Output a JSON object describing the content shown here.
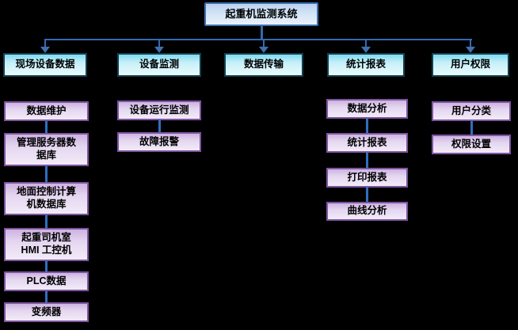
{
  "diagram": {
    "type": "org-hierarchy-flowchart",
    "background_color": "#000000",
    "connector_color": "#3569b0",
    "root": {
      "label": "起重机监测系统",
      "fill": "#d3e3f6",
      "border": "#3f6fae"
    },
    "level2_style": {
      "fill": "#c6eff8",
      "border": "#11424f"
    },
    "level3_style": {
      "fill": "#e4d6f0",
      "border": "#7d55a0"
    },
    "branches": [
      {
        "label": "现场设备数据",
        "children": [
          "数据维护",
          "管理服务器数\n据库",
          "地面控制计算\n机数据库",
          "起重司机室\nHMI 工控机",
          "PLC数据",
          "变频器"
        ]
      },
      {
        "label": "设备监测",
        "children": [
          "设备运行监测",
          "故障报警"
        ]
      },
      {
        "label": "数据传输",
        "children": []
      },
      {
        "label": "统计报表",
        "children": [
          "数据分析",
          "统计报表",
          "打印报表",
          "曲线分析"
        ]
      },
      {
        "label": "用户权限",
        "children": [
          "用户分类",
          "权限设置"
        ]
      }
    ]
  }
}
